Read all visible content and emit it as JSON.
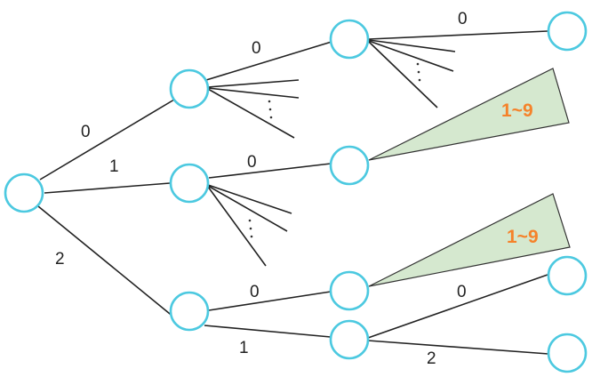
{
  "colors": {
    "node_stroke": "#4cc9e0",
    "edge": "#222222",
    "label": "#222222",
    "triangle_fill": "#d5e8cf",
    "triangle_stroke": "#333333",
    "range_label": "#f5822a"
  },
  "edge_labels": {
    "root_to_a": "0",
    "root_to_b": "1",
    "root_to_c": "2",
    "a_to_d": "0",
    "d_to_leaf": "0",
    "b_to_e": "0",
    "c_to_f": "0",
    "c_to_g": "1",
    "g_to_upper_leaf": "0",
    "g_to_lower_leaf": "2"
  },
  "range_labels": {
    "upper": "1~9",
    "lower": "1~9"
  }
}
